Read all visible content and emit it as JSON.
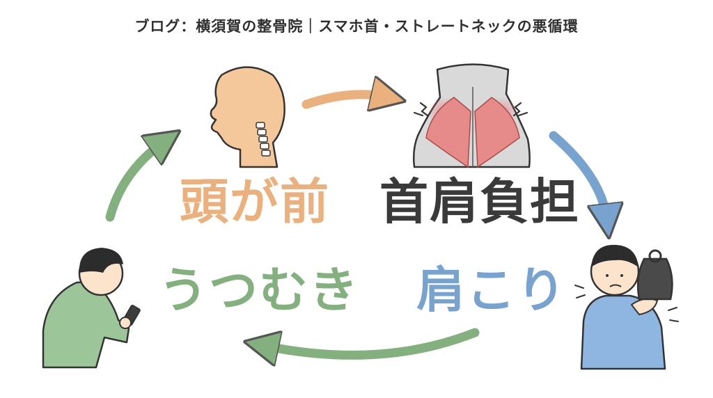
{
  "header": {
    "title": "ブログ：横須賀の整骨院｜スマホ首・ストレートネックの悪循環"
  },
  "cycle": {
    "head_forward": "頭が前",
    "neck_shoulder_burden": "首肩負担",
    "stiff_shoulders": "肩こり",
    "looking_down": "うつむき"
  },
  "colors": {
    "head_forward": "#eab07e",
    "neck_shoulder_burden": "#3a3a3a",
    "stiff_shoulders": "#78a3cf",
    "looking_down": "#84b07f"
  },
  "icons": [
    "head-profile-icon",
    "neck-muscle-pain-icon",
    "weight-shoulder-pain-icon",
    "smartphone-user-icon"
  ]
}
